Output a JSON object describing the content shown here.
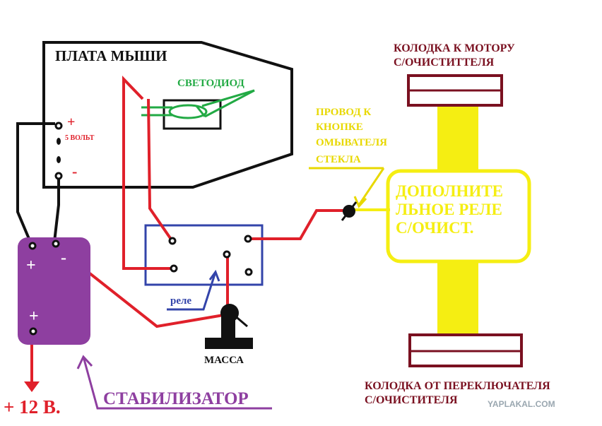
{
  "labels": {
    "mouse_board": "ПЛАТА МЫШИ",
    "led": "СВЕТОДИОД",
    "plus_sign": "+",
    "volts": "5 ВОЛЬТ",
    "minus_sign": "-",
    "motor_block_line1": "КОЛОДКА К МОТОРУ",
    "motor_block_line2": "С/ОЧИСТИТТЕЛЯ",
    "washer_wire_line1": "ПРОВОД К",
    "washer_wire_line2": "КНОПКЕ",
    "washer_wire_line3": "ОМЫВАТЕЛЯ",
    "washer_wire_line4": "СТЕКЛА",
    "extra_relay_line1": "ДОПОЛНИТЕ",
    "extra_relay_line2": "ЛЬНОЕ РЕЛЕ",
    "extra_relay_line3": "С/ОЧИСТ.",
    "stab_plus_top": "+",
    "stab_minus": "-",
    "stab_plus_bottom": "+",
    "relay": "реле",
    "ground": "МАССА",
    "stabilizer": "СТАБИЛИЗАТОР",
    "supply": "+ 12 В.",
    "switch_block_line1": "КОЛОДКА ОТ ПЕРЕКЛЮЧАТЕЛЯ",
    "switch_block_line2": "С/ОЧИСТИТЕЛЯ",
    "watermark": "YAPLAKAL.COM"
  },
  "colors": {
    "wire_red": "#e0202a",
    "wire_black": "#111111",
    "led_green": "#22aa44",
    "relay_blue": "#3344aa",
    "stab_purple": "#8e3fa0",
    "yellow": "#f5ee12",
    "maroon": "#7a1020",
    "washer_yellow": "#e8d800"
  }
}
